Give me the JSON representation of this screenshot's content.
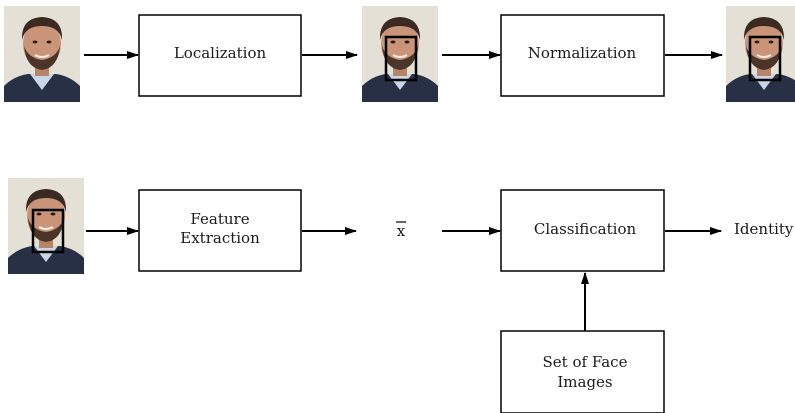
{
  "boxes": {
    "localization": {
      "lines": [
        "Localization"
      ]
    },
    "normalization": {
      "lines": [
        "Normalization"
      ]
    },
    "feature_extraction": {
      "lines": [
        "Feature",
        "Extraction"
      ]
    },
    "classification": {
      "lines": [
        "Classification"
      ]
    },
    "face_set": {
      "lines": [
        "Set of Face",
        "Images"
      ]
    }
  },
  "labels": {
    "feature_vector": "x",
    "identity": "Identity"
  },
  "colors": {
    "line": "#000000",
    "text": "#1a1a1a",
    "photo_background": "#e4e0d6",
    "skin": "#c99478",
    "hair": "#3a2a22",
    "shirt": "#c9d6e6",
    "sweater": "#283046"
  }
}
